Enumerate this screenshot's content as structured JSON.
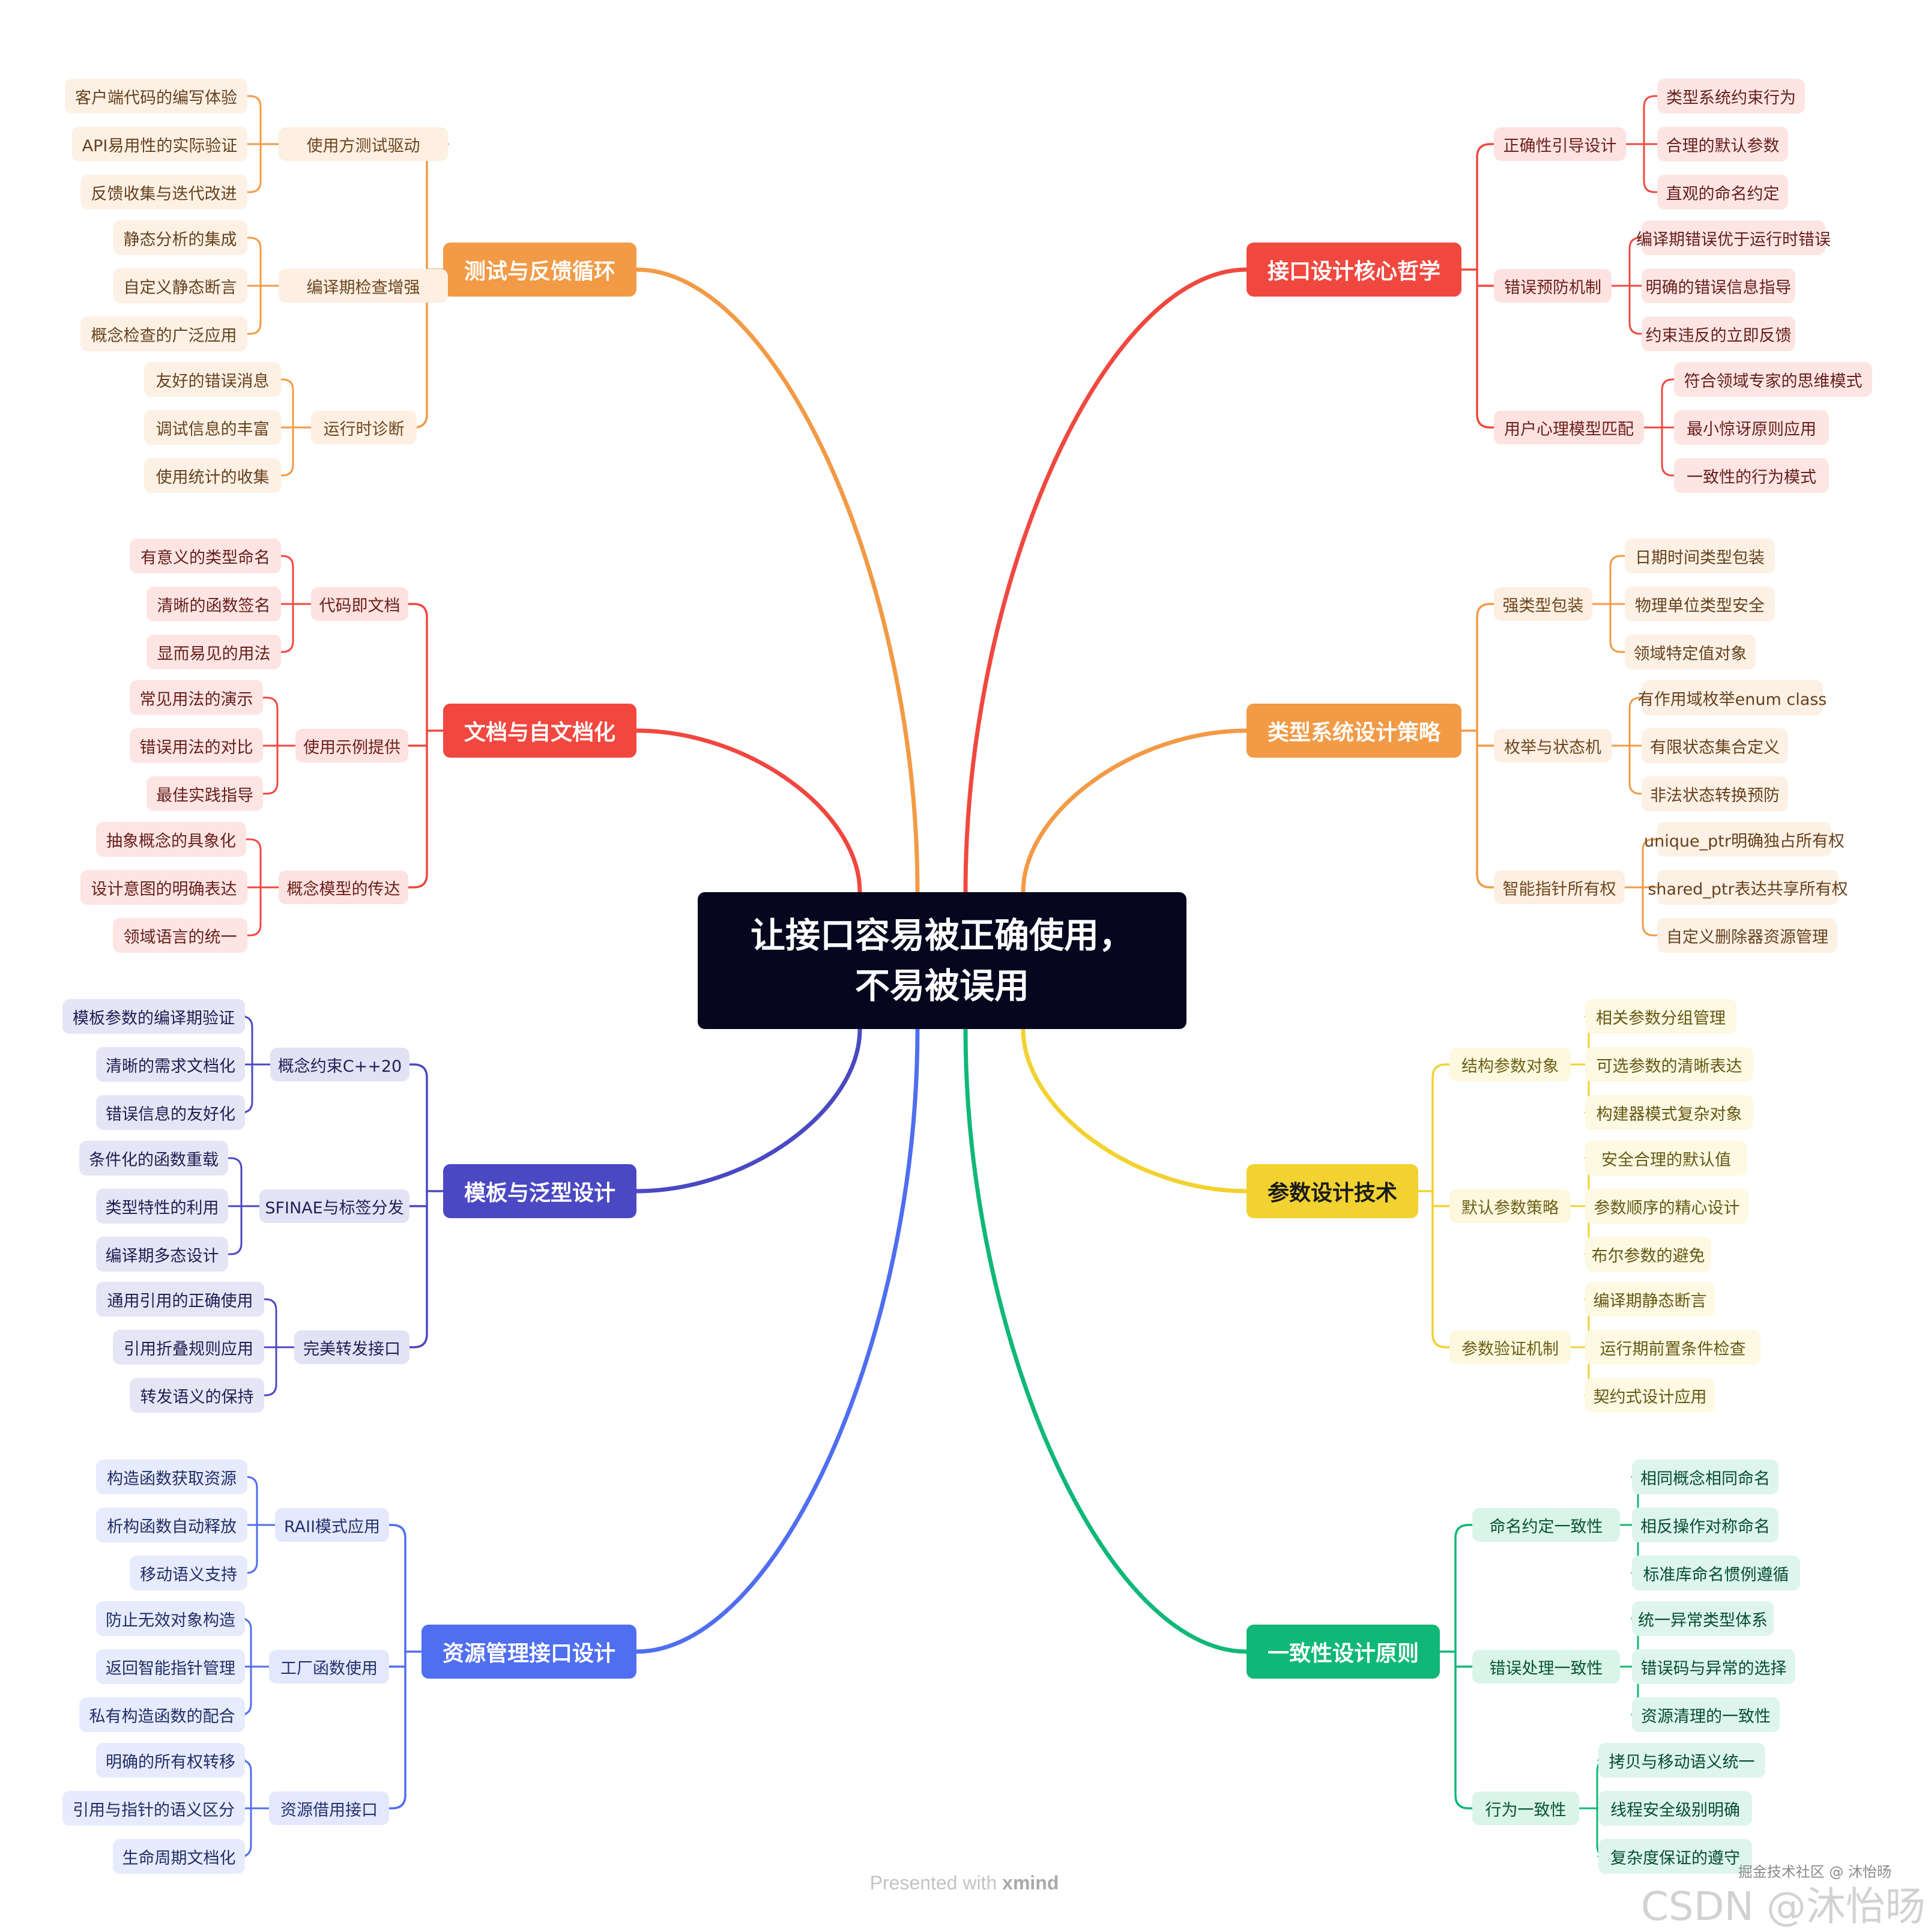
{
  "center": {
    "line1": "让接口容易被正确使用，",
    "line2": "不易被误用"
  },
  "branches": [
    {
      "id": "b1",
      "color": "#f29a45",
      "title": "测试与反馈循环",
      "children": [
        {
          "title": "使用方测试驱动",
          "leaves": [
            "客户端代码的编写体验",
            "API易用性的实际验证",
            "反馈收集与迭代改进"
          ]
        },
        {
          "title": "编译期检查增强",
          "leaves": [
            "静态分析的集成",
            "自定义静态断言",
            "概念检查的广泛应用"
          ]
        },
        {
          "title": "运行时诊断",
          "leaves": [
            "友好的错误消息",
            "调试信息的丰富",
            "使用统计的收集"
          ]
        }
      ]
    },
    {
      "id": "b2",
      "color": "#f1473f",
      "title": "文档与自文档化",
      "children": [
        {
          "title": "代码即文档",
          "leaves": [
            "有意义的类型命名",
            "清晰的函数签名",
            "显而易见的用法"
          ]
        },
        {
          "title": "使用示例提供",
          "leaves": [
            "常见用法的演示",
            "错误用法的对比",
            "最佳实践指导"
          ]
        },
        {
          "title": "概念模型的传达",
          "leaves": [
            "抽象概念的具象化",
            "设计意图的明确表达",
            "领域语言的统一"
          ]
        }
      ]
    },
    {
      "id": "b3",
      "color": "#4a48c2",
      "title": "模板与泛型设计",
      "children": [
        {
          "title": "概念约束C++20",
          "leaves": [
            "模板参数的编译期验证",
            "清晰的需求文档化",
            "错误信息的友好化"
          ]
        },
        {
          "title": "SFINAE与标签分发",
          "leaves": [
            "条件化的函数重载",
            "类型特性的利用",
            "编译期多态设计"
          ]
        },
        {
          "title": "完美转发接口",
          "leaves": [
            "通用引用的正确使用",
            "引用折叠规则应用",
            "转发语义的保持"
          ]
        }
      ]
    },
    {
      "id": "b4",
      "color": "#4f6ef0",
      "title": "资源管理接口设计",
      "children": [
        {
          "title": "RAII模式应用",
          "leaves": [
            "构造函数获取资源",
            "析构函数自动释放",
            "移动语义支持"
          ]
        },
        {
          "title": "工厂函数使用",
          "leaves": [
            "防止无效对象构造",
            "返回智能指针管理",
            "私有构造函数的配合"
          ]
        },
        {
          "title": "资源借用接口",
          "leaves": [
            "明确的所有权转移",
            "引用与指针的语义区分",
            "生命周期文档化"
          ]
        }
      ]
    },
    {
      "id": "b5",
      "color": "#f0483f",
      "title": "接口设计核心哲学",
      "children": [
        {
          "title": "正确性引导设计",
          "leaves": [
            "类型系统约束行为",
            "合理的默认参数",
            "直观的命名约定"
          ]
        },
        {
          "title": "错误预防机制",
          "leaves": [
            "编译期错误优于运行时错误",
            "明确的错误信息指导",
            "约束违反的立即反馈"
          ]
        },
        {
          "title": "用户心理模型匹配",
          "leaves": [
            "符合领域专家的思维模式",
            "最小惊讶原则应用",
            "一致性的行为模式"
          ]
        }
      ]
    },
    {
      "id": "b6",
      "color": "#f29a45",
      "title": "类型系统设计策略",
      "children": [
        {
          "title": "强类型包装",
          "leaves": [
            "日期时间类型包装",
            "物理单位类型安全",
            "领域特定值对象"
          ]
        },
        {
          "title": "枚举与状态机",
          "leaves": [
            "有作用域枚举enum class",
            "有限状态集合定义",
            "非法状态转换预防"
          ]
        },
        {
          "title": "智能指针所有权",
          "leaves": [
            "unique_ptr明确独占所有权",
            "shared_ptr表达共享所有权",
            "自定义删除器资源管理"
          ]
        }
      ]
    },
    {
      "id": "b7",
      "color": "#f1d230",
      "title": "参数设计技术",
      "children": [
        {
          "title": "结构参数对象",
          "leaves": [
            "相关参数分组管理",
            "可选参数的清晰表达",
            "构建器模式复杂对象"
          ]
        },
        {
          "title": "默认参数策略",
          "leaves": [
            "安全合理的默认值",
            "参数顺序的精心设计",
            "布尔参数的避免"
          ]
        },
        {
          "title": "参数验证机制",
          "leaves": [
            "编译期静态断言",
            "运行期前置条件检查",
            "契约式设计应用"
          ]
        }
      ]
    },
    {
      "id": "b8",
      "color": "#0fb876",
      "title": "一致性设计原则",
      "children": [
        {
          "title": "命名约定一致性",
          "leaves": [
            "相同概念相同命名",
            "相反操作对称命名",
            "标准库命名惯例遵循"
          ]
        },
        {
          "title": "错误处理一致性",
          "leaves": [
            "统一异常类型体系",
            "错误码与异常的选择",
            "资源清理的一致性"
          ]
        },
        {
          "title": "行为一致性",
          "leaves": [
            "拷贝与移动语义统一",
            "线程安全级别明确",
            "复杂度保证的遵守"
          ]
        }
      ]
    }
  ],
  "footer": {
    "prefix": "Presented with ",
    "brand": "xmind"
  },
  "watermark": {
    "small": "掘金技术社区 @ 沐怡旸",
    "large": "CSDN @沐怡旸"
  }
}
